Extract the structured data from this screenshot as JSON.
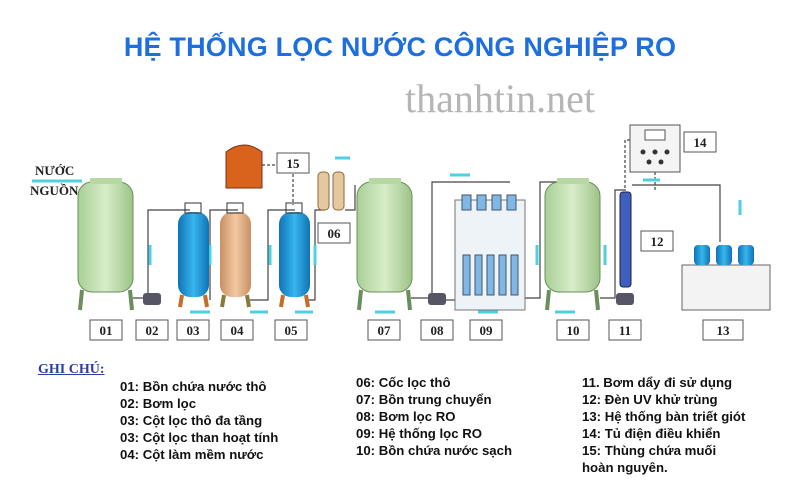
{
  "title": "HỆ THỐNG LỌC NƯỚC CÔNG NGHIỆP RO",
  "source_label": [
    "NƯỚC",
    "NGUỒN"
  ],
  "component_labels": [
    "01",
    "02",
    "03",
    "04",
    "05",
    "06",
    "07",
    "08",
    "09",
    "10",
    "11",
    "12",
    "13",
    "14",
    "15"
  ],
  "legend": {
    "heading": "GHI CHÚ:",
    "columns": [
      [
        "01: Bồn chứa nước thô",
        "02: Bơm lọc",
        "03: Cột lọc thô đa tầng",
        "03: Cột lọc than hoạt tính",
        "04: Cột làm mềm nước"
      ],
      [
        "06: Cốc lọc thô",
        "07: Bồn trung chuyển",
        "08: Bơm lọc RO",
        "09: Hệ thống lọc RO",
        "10: Bồn chứa nước sạch"
      ],
      [
        "11. Bơm dẩy đi sử dụng",
        "12: Đèn UV khử trùng",
        "13: Hệ thống bàn triết giót",
        "14: Tủ điện điều khiển",
        "15: Thùng chứa muối",
        "hoàn nguyên."
      ]
    ]
  },
  "watermark": "thanhtin.net",
  "colors": {
    "title": "#1d6fe0",
    "tank_green": "#c9e3b8",
    "column_blue": "#1f9ad6",
    "column_tan": "#e7b58d",
    "salt_tank": "#d9631c",
    "flow_arrow": "#4fd0e0"
  }
}
